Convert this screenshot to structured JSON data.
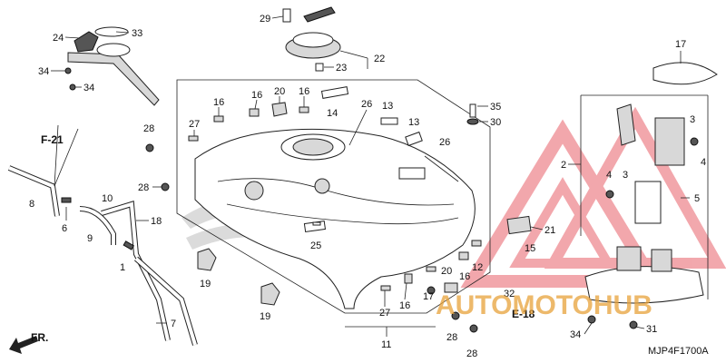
{
  "diagram_code": "MJP4F1700A",
  "front_label": "FR.",
  "ref_labels": {
    "f21": "F-21",
    "e18": "E-18"
  },
  "watermark": "AUTOMOTOHUB",
  "watermark_colors": {
    "primary": "#e8606a",
    "secondary": "#888888"
  },
  "callouts": {
    "c1": "1",
    "c2": "2",
    "c3a": "3",
    "c3b": "3",
    "c4a": "4",
    "c4b": "4",
    "c5": "5",
    "c6": "6",
    "c7": "7",
    "c8": "8",
    "c9": "9",
    "c10": "10",
    "c11": "11",
    "c12": "12",
    "c13a": "13",
    "c13b": "13",
    "c14": "14",
    "c15": "15",
    "c16a": "16",
    "c16b": "16",
    "c16c": "16",
    "c16d": "16",
    "c16e": "16",
    "c17": "17",
    "c18": "18",
    "c19a": "19",
    "c19b": "19",
    "c20a": "20",
    "c20b": "20",
    "c21": "21",
    "c22": "22",
    "c23": "23",
    "c24": "24",
    "c25": "25",
    "c26a": "26",
    "c26b": "26",
    "c27a": "27",
    "c27b": "27",
    "c28a": "28",
    "c28b": "28",
    "c28c": "28",
    "c28d": "28",
    "c29": "29",
    "c30": "30",
    "c31": "31",
    "c32": "32",
    "c33": "33",
    "c34a": "34",
    "c34b": "34",
    "c34c": "34",
    "c35": "35"
  }
}
